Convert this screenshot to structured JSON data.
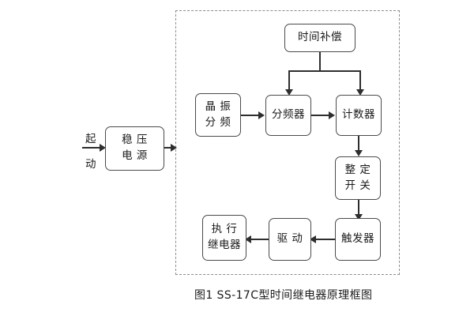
{
  "figure": {
    "caption": "图1  SS-17C型时间继电器原理框图",
    "enclosure_label": "dashed-boundary"
  },
  "input": {
    "label_line1": "起",
    "label_line2": "动"
  },
  "nodes": {
    "power": {
      "line1": "稳 压",
      "line2": "电 源"
    },
    "time_compensation": {
      "line1": "时间补偿",
      "line2": ""
    },
    "crystal": {
      "line1": "晶 振",
      "line2": "分 频"
    },
    "divider": {
      "line1": "分频器",
      "line2": ""
    },
    "counter": {
      "line1": "计数器",
      "line2": ""
    },
    "setting_switch": {
      "line1": "整 定",
      "line2": "开 关"
    },
    "trigger": {
      "line1": "触发器",
      "line2": ""
    },
    "drive": {
      "line1": "驱 动",
      "line2": ""
    },
    "output_relay": {
      "line1": "执 行",
      "line2": "继电器"
    }
  },
  "colors": {
    "node_border": "#4a4a4a",
    "enclosure_border": "#8d8d8d",
    "connector": "#2e2e2e",
    "text": "#1a1a1a",
    "background": "#ffffff"
  }
}
